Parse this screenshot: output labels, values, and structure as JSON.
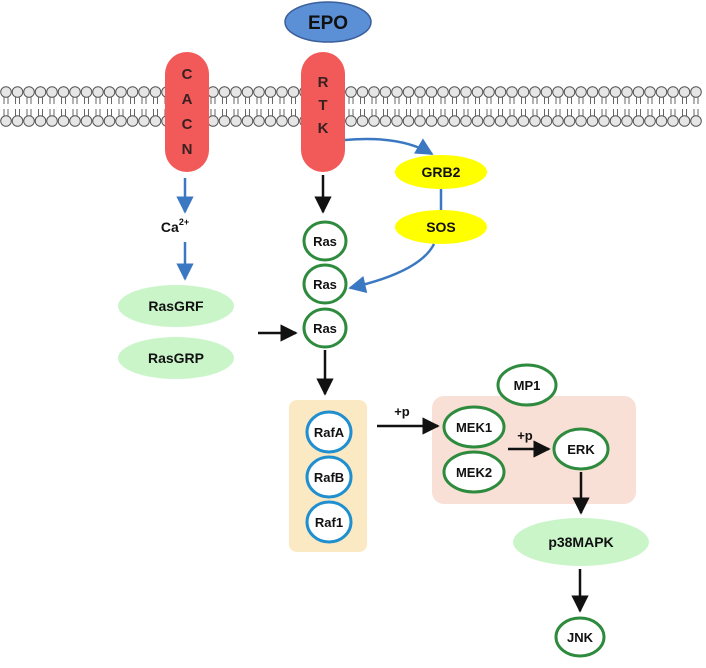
{
  "ligand": {
    "label": "EPO"
  },
  "receptors": {
    "cacn": {
      "letters": [
        "C",
        "A",
        "C",
        "N"
      ]
    },
    "rtk": {
      "letters": [
        "R",
        "T",
        "K"
      ]
    }
  },
  "calcium": {
    "symbol": "Ca",
    "charge": "2+"
  },
  "adaptors": {
    "grb2": "GRB2",
    "sos": "SOS"
  },
  "ras_gefs": {
    "rasgrf": "RasGRF",
    "rasgrp": "RasGRP"
  },
  "ras_stack": [
    "Ras",
    "Ras",
    "Ras"
  ],
  "raf_box": {
    "items": [
      "RafA",
      "RafB",
      "Raf1"
    ]
  },
  "phospho_labels": {
    "raf_to_mek": "+p",
    "mek_to_erk": "+p"
  },
  "mek_box": {
    "mp1": "MP1",
    "mek1": "MEK1",
    "mek2": "MEK2",
    "erk": "ERK"
  },
  "downstream": {
    "p38": "p38MAPK",
    "jnk": "JNK"
  },
  "colors": {
    "receptor_red": "#f25a5a",
    "epo_blue": "#5b8fd6",
    "adaptor_yellow": "#ffff00",
    "gef_green": "#c9f5c9",
    "ring_green": "#2e8b3e",
    "ring_blue": "#1f8fcf",
    "raf_box_bg": "#fbe9c4",
    "mek_box_bg": "#f9e0d6",
    "arrow_blue": "#3b78c2",
    "arrow_black": "#111111"
  }
}
